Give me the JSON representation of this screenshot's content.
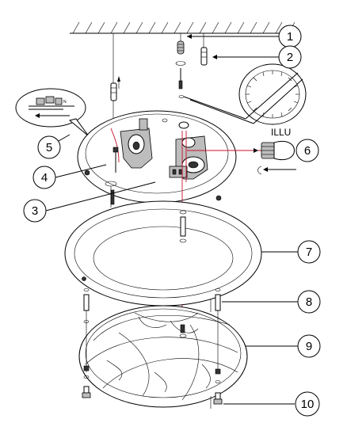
{
  "callouts": [
    {
      "label": "1"
    },
    {
      "label": "2"
    },
    {
      "label": "3"
    },
    {
      "label": "4"
    },
    {
      "label": "5"
    },
    {
      "label": "6"
    },
    {
      "label": "7"
    },
    {
      "label": "8"
    },
    {
      "label": "9"
    },
    {
      "label": "10"
    }
  ],
  "illu_label": "ILLU",
  "inset_label": "N",
  "colors": {
    "line": "#000000",
    "wire": "#c8102e",
    "part_fill": "#bdbdbd",
    "background": "#ffffff"
  }
}
